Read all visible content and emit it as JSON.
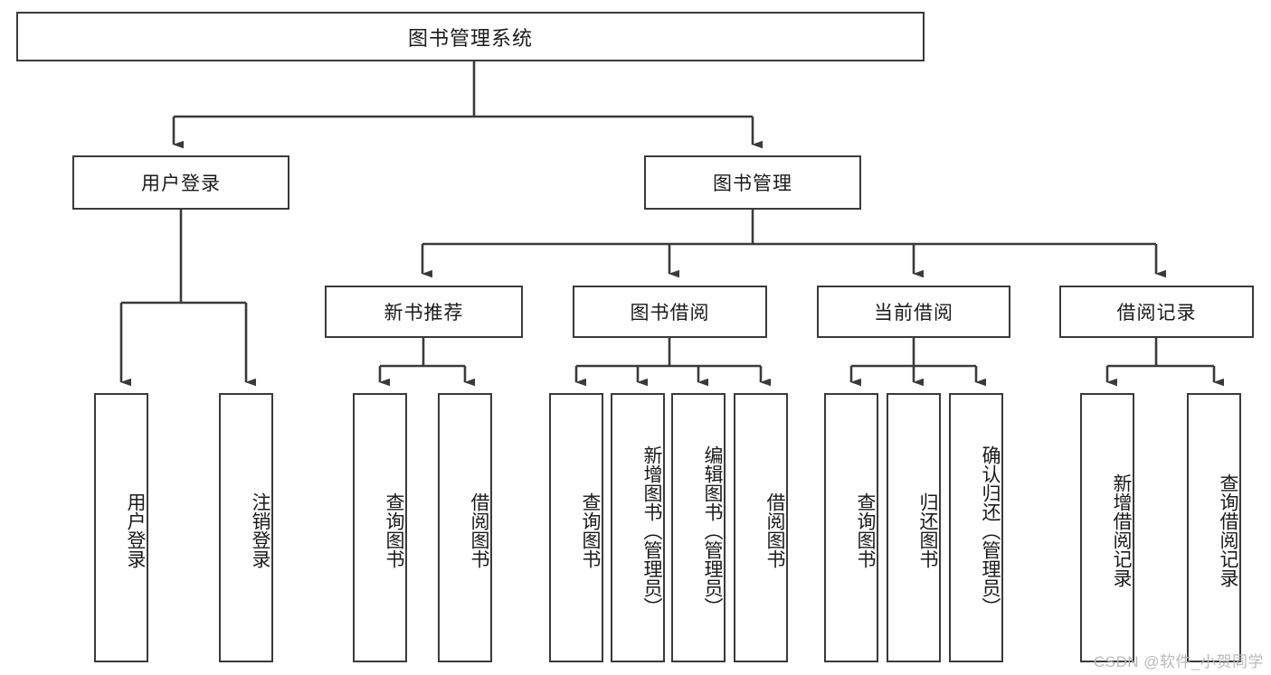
{
  "diagram": {
    "type": "tree-hierarchy",
    "root": {
      "label": "图书管理系统"
    },
    "level2": [
      {
        "label": "用户登录"
      },
      {
        "label": "图书管理"
      }
    ],
    "level3": [
      {
        "label": "新书推荐"
      },
      {
        "label": "图书借阅"
      },
      {
        "label": "当前借阅"
      },
      {
        "label": "借阅记录"
      }
    ],
    "leaves": {
      "user_login": [
        {
          "label": "用户登录"
        },
        {
          "label": "注销登录"
        }
      ],
      "new_book_recommend": [
        {
          "label": "查询图书"
        },
        {
          "label": "借阅图书"
        }
      ],
      "book_borrow": [
        {
          "label": "查询图书"
        },
        {
          "label": "新增图书（管理员）"
        },
        {
          "label": "编辑图书（管理员）"
        },
        {
          "label": "借阅图书"
        }
      ],
      "current_borrow": [
        {
          "label": "查询图书"
        },
        {
          "label": "归还图书"
        },
        {
          "label": "确认归还（管理员）"
        }
      ],
      "borrow_records": [
        {
          "label": "新增借阅记录"
        },
        {
          "label": "查询借阅记录"
        }
      ]
    }
  },
  "watermark": {
    "text": "CSDN @软件_小贺同学"
  },
  "colors": {
    "stroke": "#3a3a3a",
    "text": "#1a1a1a",
    "background": "#ffffff",
    "watermark": "#b9b9b9"
  }
}
